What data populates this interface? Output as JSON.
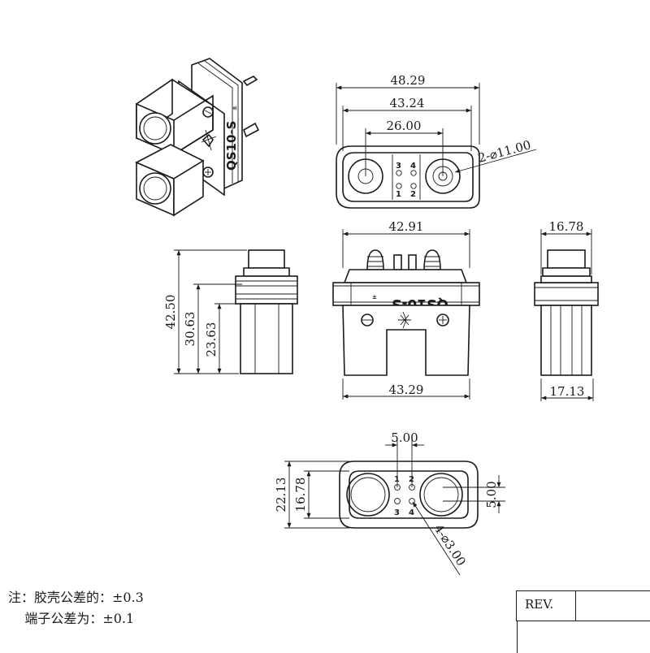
{
  "drawing": {
    "part_marking": "QS10-S",
    "pin_labels": [
      "1",
      "2",
      "3",
      "4"
    ],
    "top_view": {
      "overall_width": "48.29",
      "inner_width": "43.24",
      "pin_spacing": "26.00",
      "large_hole_callout": "2-⌀11.00"
    },
    "front_view": {
      "top_width": "42.91",
      "bottom_width": "43.29"
    },
    "left_view": {
      "total_height": "42.50",
      "mid_height": "30.63",
      "body_height": "23.63"
    },
    "right_view": {
      "top_width": "16.78",
      "bottom_width": "17.13"
    },
    "bottom_view": {
      "pin_pitch_x": "5.00",
      "pin_pitch_y": "5.00",
      "outer_height": "22.13",
      "inner_height": "16.78",
      "small_hole_callout": "4-⌀3.00"
    }
  },
  "notes": {
    "line1": "注：胶壳公差的：±0.3",
    "line2": "    端子公差为：±0.1"
  },
  "title_block": {
    "rev_label": "REV."
  }
}
